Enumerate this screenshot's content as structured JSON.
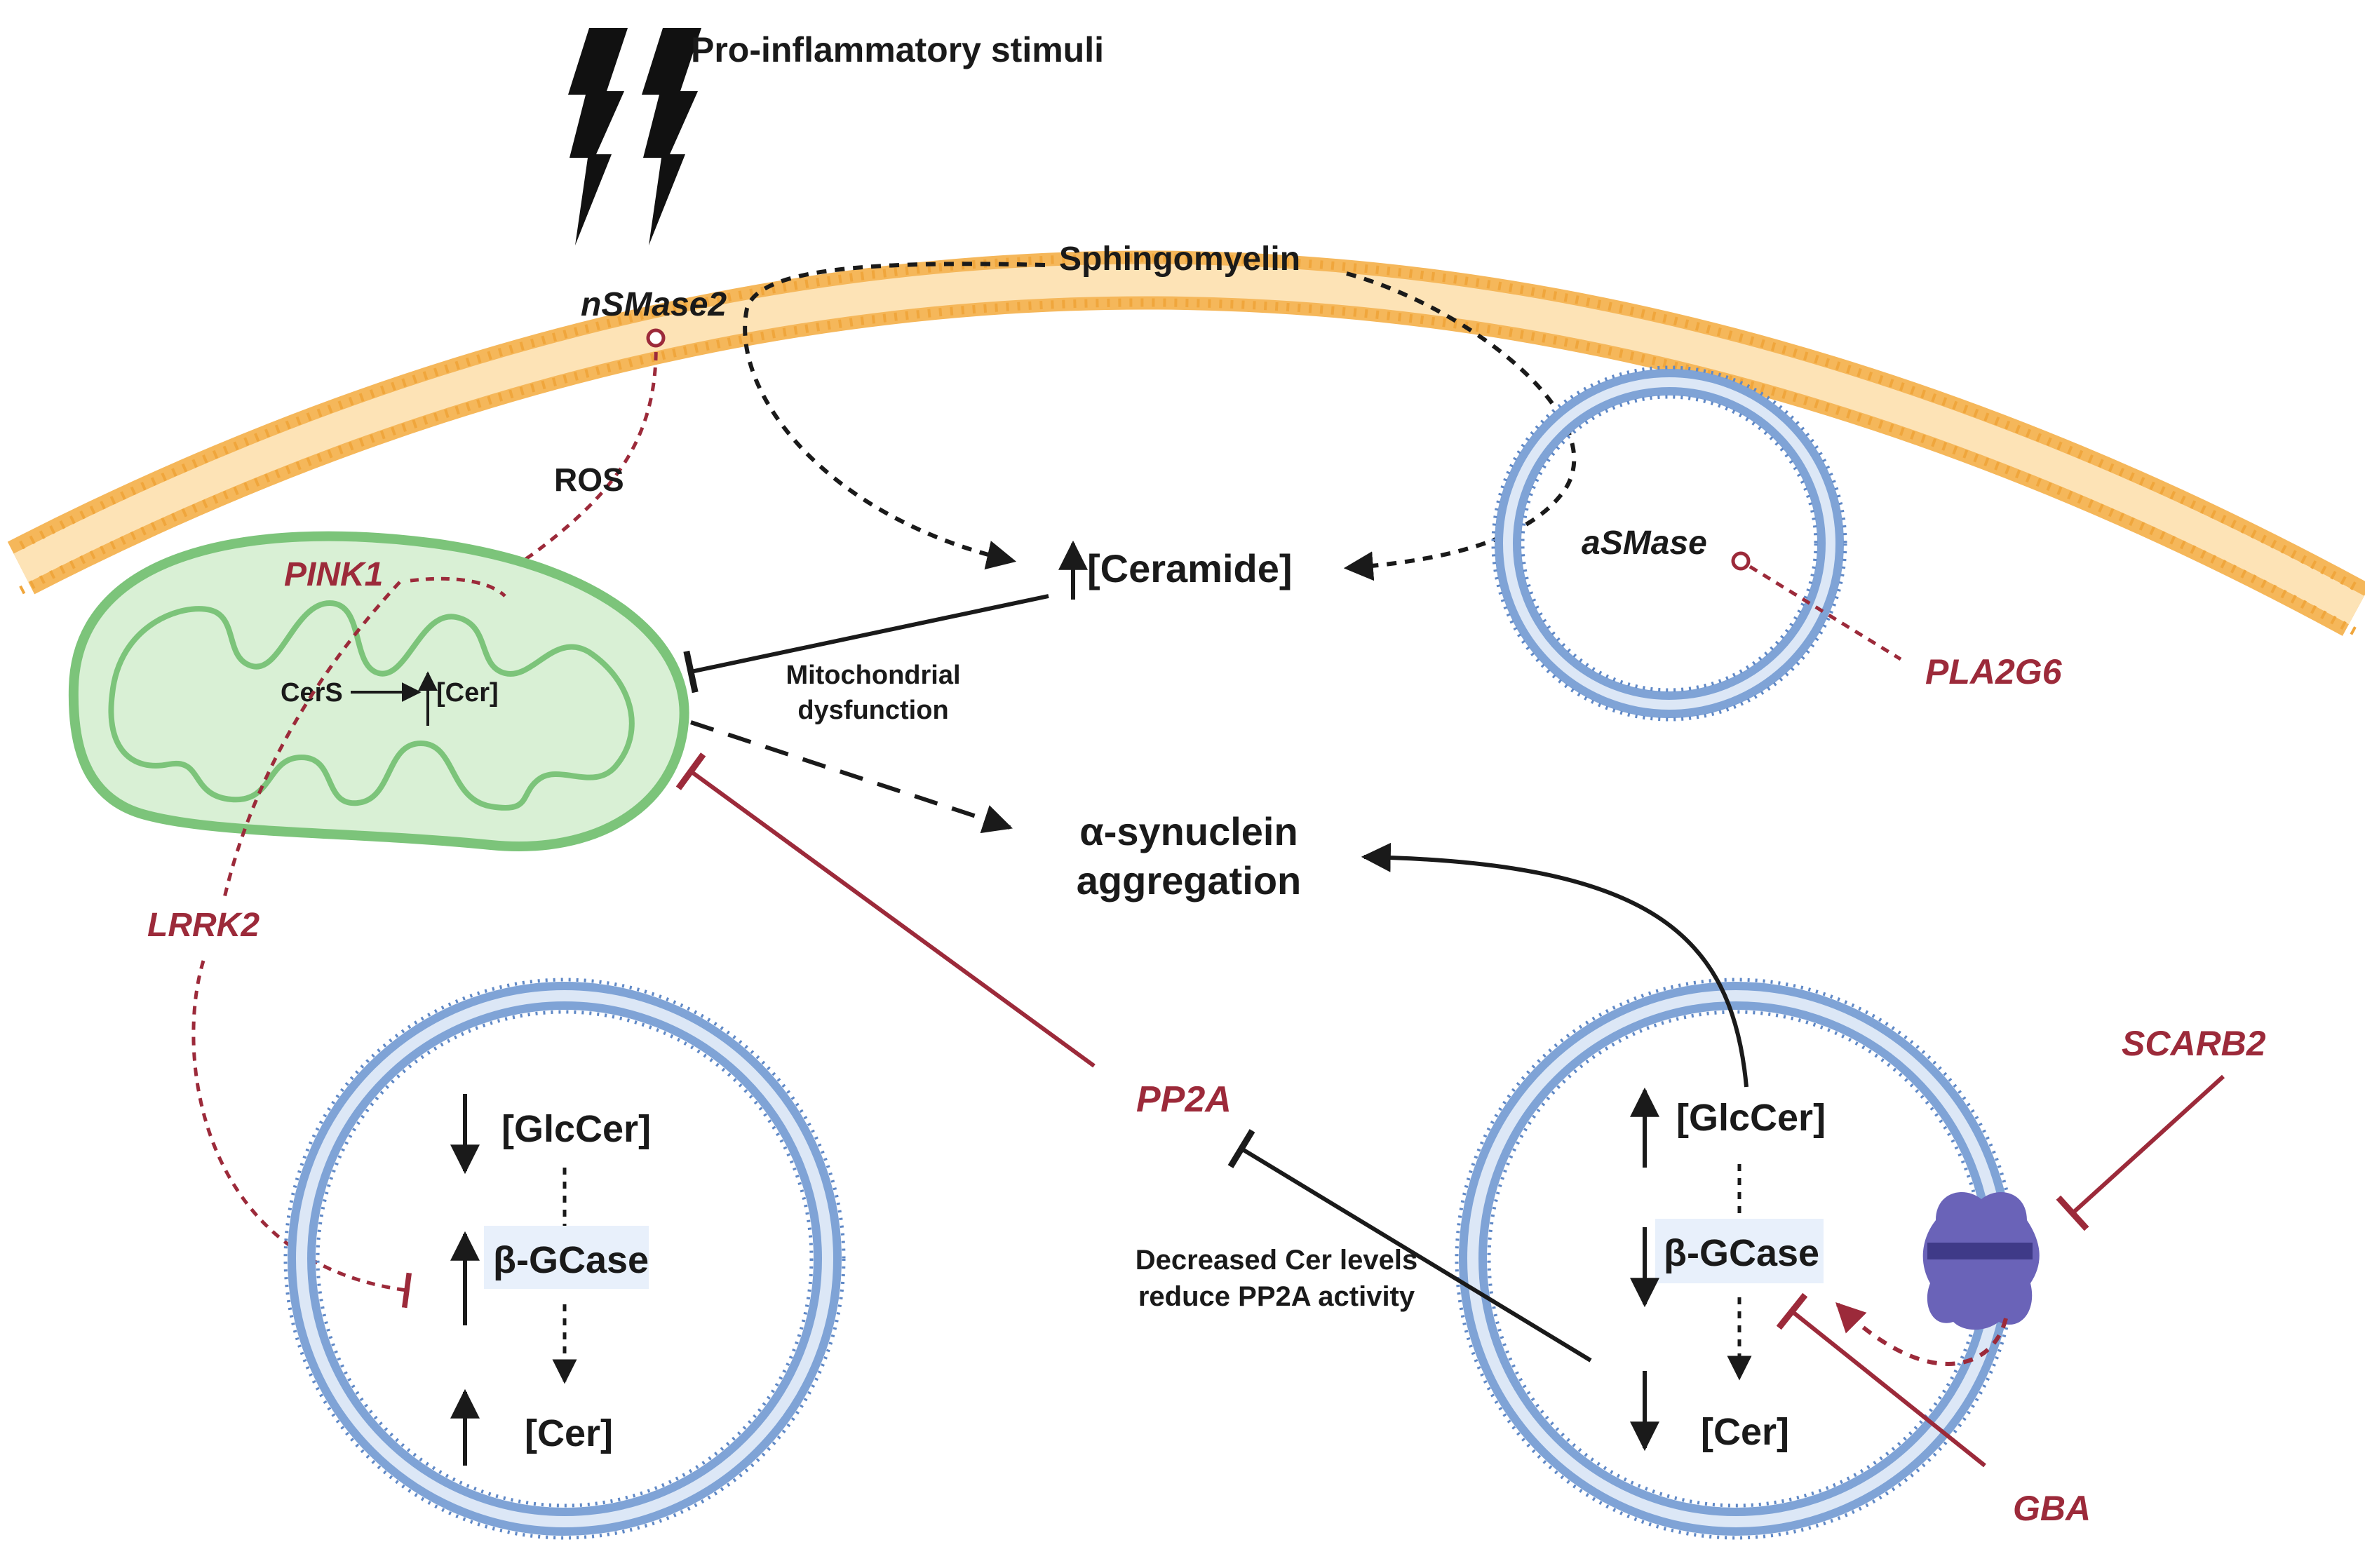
{
  "labels": {
    "stimuli": "Pro-inflammatory stimuli",
    "sphingomyelin": "Sphingomyelin",
    "nsmase2": "nSMase2",
    "ros": "ROS",
    "ceramide": "[Ceramide]",
    "asmase": "aSMase",
    "pla2g6": "PLA2G6",
    "pink1": "PINK1",
    "cers": "CerS",
    "cer_mito": "[Cer]",
    "mito_dys_1": "Mitochondrial",
    "mito_dys_2": "dysfunction",
    "asyn_1": "α-synuclein",
    "asyn_2": "aggregation",
    "lrrk2": "LRRK2",
    "pp2a": "PP2A",
    "scarb2": "SCARB2",
    "gba": "GBA",
    "left_glccer": "[GlcCer]",
    "left_bgcase": "β-GCase",
    "left_cer": "[Cer]",
    "right_glccer": "[GlcCer]",
    "right_bgcase": "β-GCase",
    "right_cer": "[Cer]",
    "dec_1": "Decreased Cer levels",
    "dec_2": "reduce PP2A activity"
  },
  "colors": {
    "membrane": "#f5b75a",
    "vesicle": "#7fa3d6",
    "mito_fill": "#d9f0d5",
    "mito_stroke": "#7cc47a",
    "inhibitor_red": "#9c2a3a",
    "arrow_black": "#1a1a1a",
    "protein": "#6a63b8"
  }
}
